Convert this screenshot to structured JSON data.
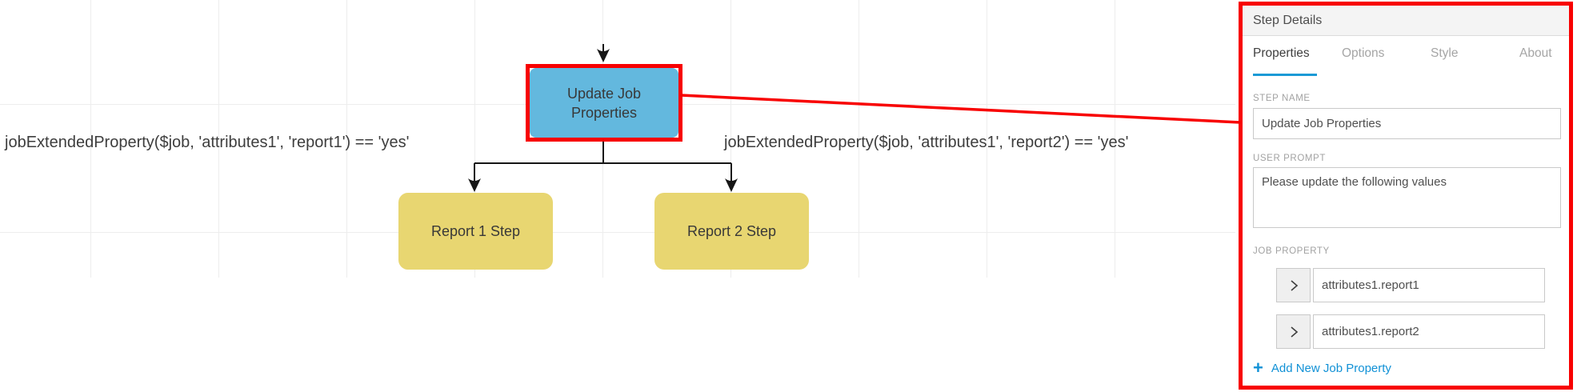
{
  "diagram": {
    "selected_step": {
      "label": "Update Job Properties"
    },
    "steps": [
      {
        "label": "Report 1 Step"
      },
      {
        "label": "Report 2 Step"
      }
    ],
    "conditions": [
      {
        "text": "jobExtendedProperty($job, 'attributes1', 'report1') == 'yes'"
      },
      {
        "text": "jobExtendedProperty($job, 'attributes1', 'report2') == 'yes'"
      }
    ]
  },
  "panel": {
    "title": "Step Details",
    "tabs": [
      {
        "label": "Properties",
        "active": true
      },
      {
        "label": "Options",
        "active": false
      },
      {
        "label": "Style",
        "active": false
      },
      {
        "label": "About",
        "active": false
      }
    ],
    "fields": {
      "step_name": {
        "label": "STEP NAME",
        "value": "Update Job Properties"
      },
      "user_prompt": {
        "label": "USER PROMPT",
        "value": "Please update the following values"
      },
      "job_property": {
        "label": "JOB PROPERTY",
        "rows": [
          {
            "value": "attributes1.report1"
          },
          {
            "value": "attributes1.report2"
          }
        ]
      }
    },
    "add_link": {
      "plus": "+",
      "label": "Add New Job Property"
    }
  },
  "colors": {
    "highlight_red": "#f80000",
    "step_blue": "#63b8de",
    "step_yellow": "#e8d671",
    "tab_underline_blue": "#1b9ad6",
    "link_blue": "#1191d6",
    "connector_black": "#161616",
    "grid_line": "#ededed"
  }
}
